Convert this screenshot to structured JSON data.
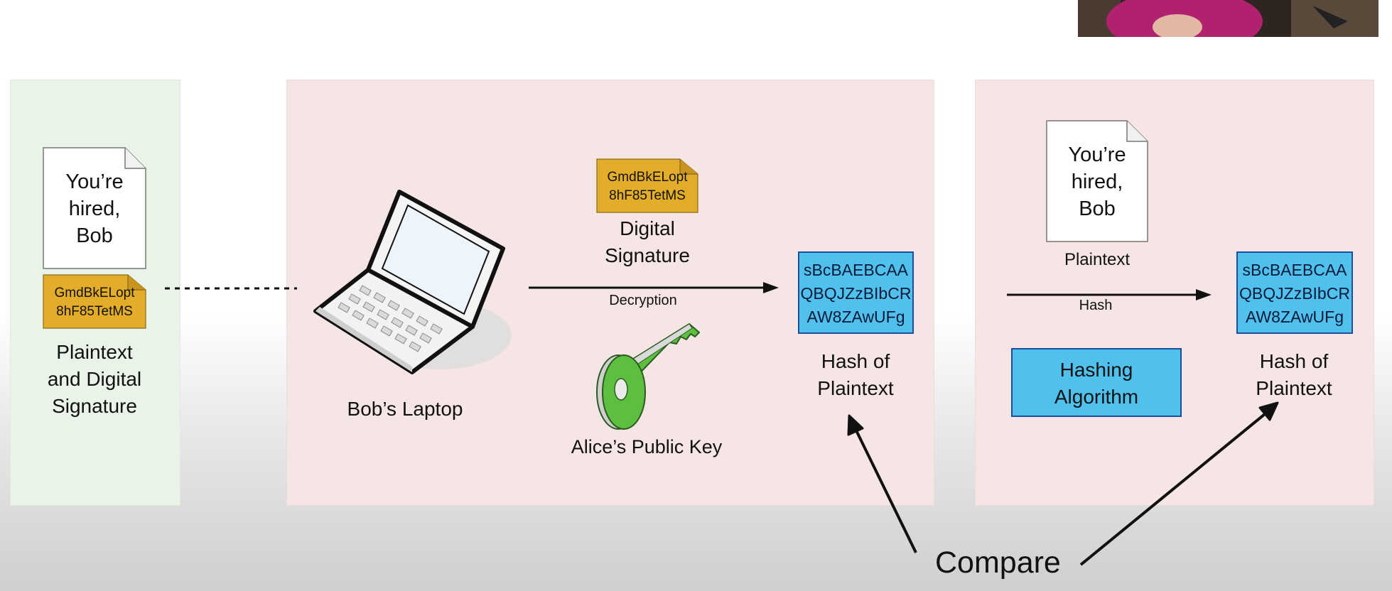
{
  "left_panel": {
    "document_lines": [
      "You’re",
      "hired,",
      "Bob"
    ],
    "signature_lines": [
      "GmdBkELopt",
      "8hF85TetMS"
    ],
    "caption_lines": [
      "Plaintext",
      "and Digital",
      "Signature"
    ]
  },
  "middle_panel": {
    "laptop_label": "Bob’s Laptop",
    "signature_lines": [
      "GmdBkELopt",
      "8hF85TetMS"
    ],
    "signature_label_lines": [
      "Digital",
      "Signature"
    ],
    "arrow_label": "Decryption",
    "key_label": "Alice’s Public Key",
    "hash_lines": [
      "sBcBAEBCAA",
      "QBQJZzBIbCR",
      "AW8ZAwUFg"
    ],
    "hash_label_lines": [
      "Hash of",
      "Plaintext"
    ]
  },
  "right_panel": {
    "document_lines": [
      "You’re",
      "hired,",
      "Bob"
    ],
    "document_label": "Plaintext",
    "arrow_label": "Hash",
    "algorithm_lines": [
      "Hashing",
      "Algorithm"
    ],
    "hash_lines": [
      "sBcBAEBCAA",
      "QBQJZzBIbCR",
      "AW8ZAwUFg"
    ],
    "hash_label_lines": [
      "Hash of",
      "Plaintext"
    ]
  },
  "compare_label": "Compare",
  "colors": {
    "signature_fill": "#e3ad2a",
    "hash_fill": "#4fc1ec",
    "hash_border": "#1f4d9a",
    "key_fill": "#5cbf3f",
    "green_panel": "#e9f3e7",
    "red_panel": "#f5e6e5"
  },
  "icons": [
    "document-icon",
    "laptop-icon",
    "key-icon",
    "webcam-video"
  ]
}
